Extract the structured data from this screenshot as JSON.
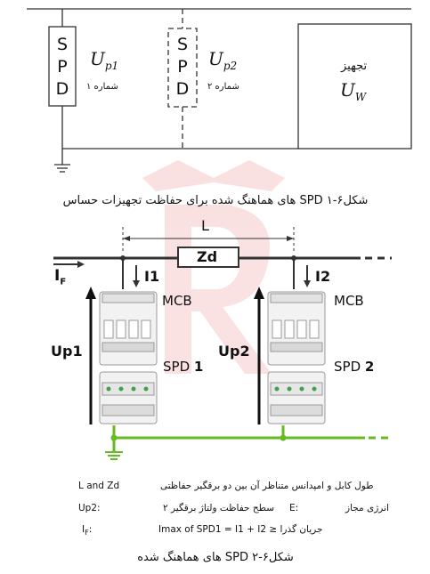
{
  "figure1": {
    "spd1": {
      "letters": [
        "S",
        "P",
        "D"
      ],
      "u_main": "U",
      "u_sub": "p1",
      "label": "شماره ۱"
    },
    "spd2": {
      "letters": [
        "S",
        "P",
        "D"
      ],
      "u_main": "U",
      "u_sub": "p2",
      "label": "شماره ۲"
    },
    "equipment": {
      "label": "تجهیز",
      "u_main": "U",
      "u_sub": "W"
    },
    "caption": "شکل۶-۱ SPD های هماهنگ شده برای حفاظت تجهیزات حساس"
  },
  "figure2": {
    "dimension_label": "L",
    "impedance_label": "Zd",
    "current_main": "I",
    "current_sub": "F",
    "i1_label": "I1",
    "i2_label": "I2",
    "mcb1_label": "MCB",
    "mcb2_label": "MCB",
    "spd1_text": "SPD",
    "spd1_num": "1",
    "spd2_text": "SPD",
    "spd2_num": "2",
    "up1_label": "Up1",
    "up2_label": "Up2",
    "caption": "شکل۶-۲ SPD های هماهنگ شده"
  },
  "legend": {
    "row1_key": "L and Zd",
    "row1_desc": "طول کابل و امپدانس متناظر آن بین دو برقگیر حفاظتی",
    "row2_key_up": "Up2:",
    "row2_desc_up": "سطح حفاظت ولتاژ برقگیر ۲",
    "row2_key_e": "E:",
    "row2_desc_e": "انرژی مجاز",
    "row3_key": "I",
    "row3_key_sub": "F",
    "row3_key_colon": ":",
    "row3_desc": "Imax of SPD1 = I1 + I2 ≥ جریان گذرا"
  },
  "colors": {
    "line": "#333333",
    "ground": "#66bb22",
    "watermark": "#e02020"
  }
}
